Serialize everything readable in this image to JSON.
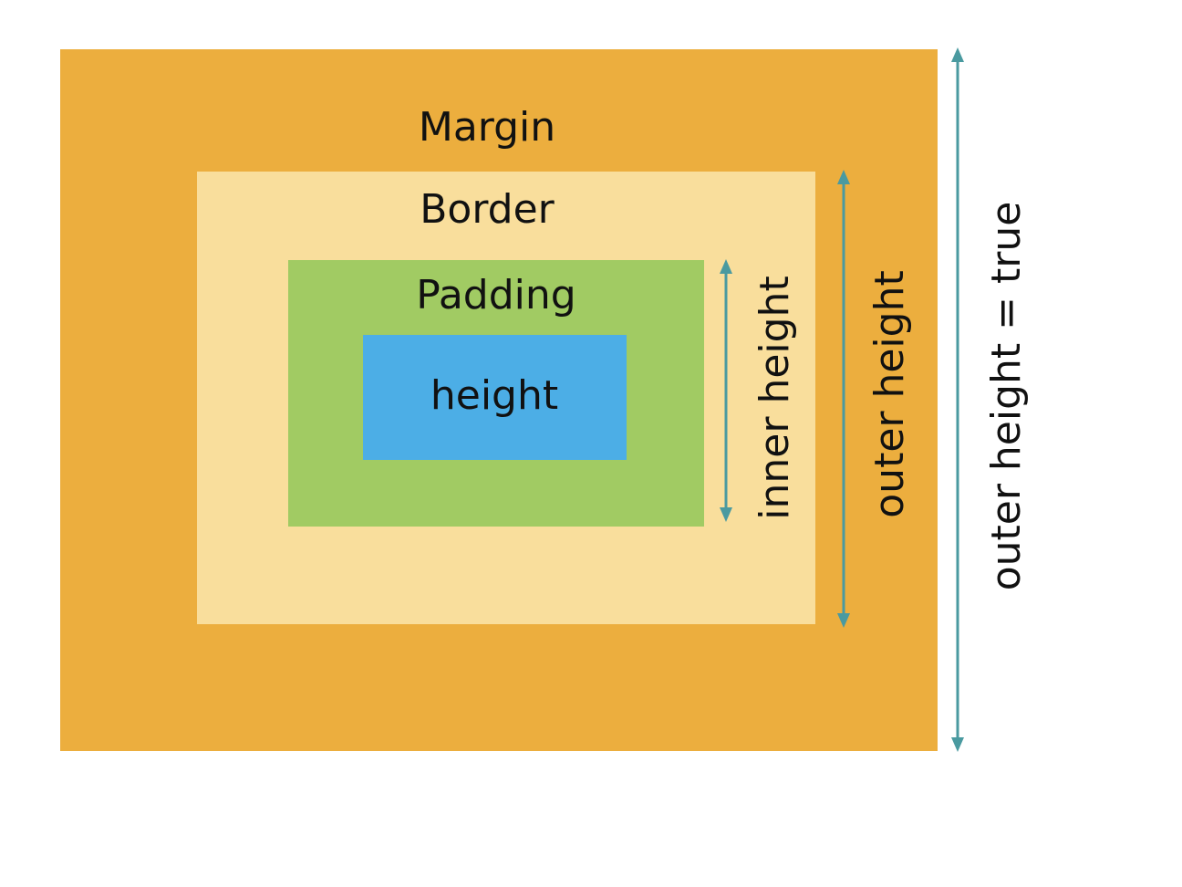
{
  "colors": {
    "margin": "#ecae3e",
    "border": "#f9de9c",
    "padding": "#a1cb63",
    "content": "#4caee6",
    "arrow": "#4a9aa0"
  },
  "boxes": {
    "margin_label": "Margin",
    "border_label": "Border",
    "padding_label": "Padding",
    "content_label": "height"
  },
  "dimensions": {
    "inner_height": "inner height",
    "outer_height": "outer height",
    "outer_height_true": "outer height = true"
  }
}
